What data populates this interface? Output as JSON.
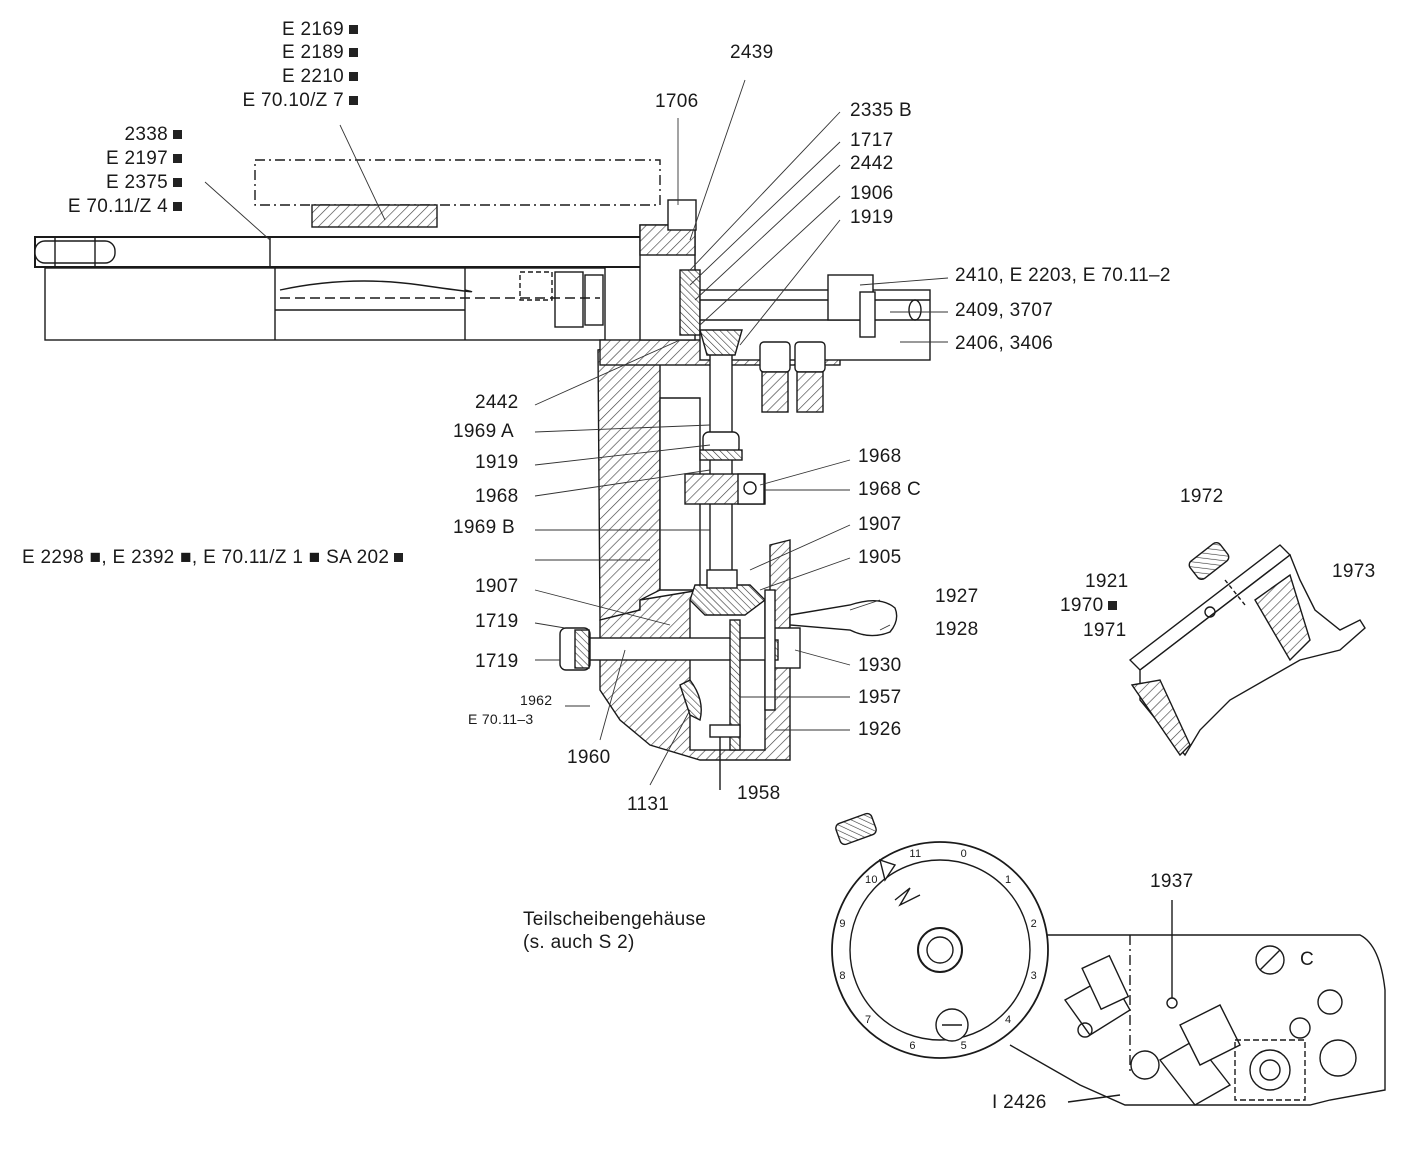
{
  "figure": {
    "caption": "Teilscheibengehäuse",
    "caption_sub": "(s. auch S 2)"
  },
  "labels": {
    "e2169": "E 2169",
    "e2189": "E 2189",
    "e2210": "E 2210",
    "e7010z7": "E 70.10/Z 7",
    "l2338": "2338",
    "e2197": "E 2197",
    "e2375": "E 2375",
    "e7011z4": "E 70.11/Z 4",
    "l2439": "2439",
    "l1706": "1706",
    "l2335b": "2335 B",
    "l1717": "1717",
    "l2442a": "2442",
    "l1906": "1906",
    "l1919a": "1919",
    "l2410": "2410, E 2203, E 70.11–2",
    "l2409": "2409, 3707",
    "l2406": "2406, 3406",
    "l2442b": "2442",
    "l1969a": "1969 A",
    "l1919b": "1919",
    "l1968a": "1968",
    "l1968b": "1968",
    "l1968c": "1968 C",
    "l1969b": "1969 B",
    "l1907a": "1907",
    "e2298": "E 2298 ■, E 2392 ■, E 70.11/Z 1 ■  SA 202",
    "l1905": "1905",
    "l1907b": "1907",
    "l1927": "1927",
    "l1719a": "1719",
    "l1928": "1928",
    "l1719b": "1719",
    "l1930": "1930",
    "l1962": "1962",
    "e70113": "E 70.11–3",
    "l1957": "1957",
    "l1926": "1926",
    "l1960": "1960",
    "l1958": "1958",
    "l1131": "1131",
    "l1972": "1972",
    "l1921": "1921",
    "l1973": "1973",
    "l1970": "1970",
    "l1971": "1971",
    "l1937": "1937",
    "l2426": "I 2426",
    "c": "C"
  },
  "dial_numbers": [
    "0",
    "1",
    "2",
    "3",
    "4",
    "5",
    "6",
    "7",
    "8",
    "9",
    "10",
    "11"
  ]
}
